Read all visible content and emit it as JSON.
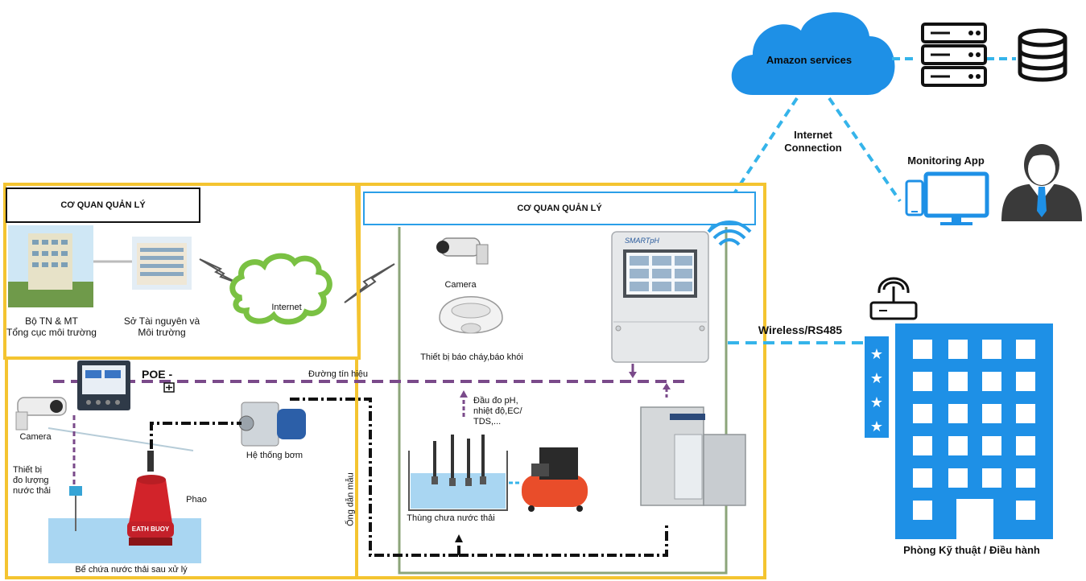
{
  "cloud": {
    "label": "Amazon services"
  },
  "internet_connection": {
    "line1": "Internet",
    "line2": "Connection"
  },
  "monitoring_app": {
    "label": "Monitoring App"
  },
  "left_panel": {
    "header": "CƠ QUAN QUẢN LÝ",
    "agency1": {
      "line1": "Bộ TN & MT",
      "line2": "Tổng cục môi trường"
    },
    "agency2": {
      "line1": "Sở Tài nguyên và",
      "line2": "Môi trường"
    }
  },
  "internet_cloud": {
    "label": "Internet"
  },
  "center_panel": {
    "header": "CƠ QUAN QUẢN LÝ"
  },
  "camera_top": {
    "label": "Camera"
  },
  "smoke_detector": {
    "label": "Thiết bị báo cháy,báo khói"
  },
  "wireless": {
    "label": "Wireless/RS485"
  },
  "building": {
    "label": "Phòng Kỹ thuật / Điều hành"
  },
  "bottom_panel": {
    "poe": "POE -",
    "signal_line": "Đường tín hiệu",
    "camera": "Camera",
    "flow_meter": {
      "line1": "Thiết bị",
      "line2": "đo lượng",
      "line3": "nước thải"
    },
    "pump": "Hệ thống bơm",
    "buoy": "Phao",
    "buoy_text": "EATH BUOY",
    "tank": "Bể chứa nước thải sau xử lý",
    "sample_pipe": "Ống dẫn mẫu",
    "probes": {
      "line1": "Đầu đo pH,",
      "line2": "nhiệt độ,EC/",
      "line3": "TDS,..."
    },
    "wastewater_tank": "Thùng chưa nước thải",
    "controller_brand": "SMARTpH"
  },
  "colors": {
    "blue": "#2a9fe8",
    "cyan_dash": "#35b4ea",
    "yellow": "#f4c430",
    "green_line": "#8ca57a",
    "purple": "#7a4a8a",
    "cloud_fill": "#1e90e6",
    "internet_green": "#7ac143"
  }
}
